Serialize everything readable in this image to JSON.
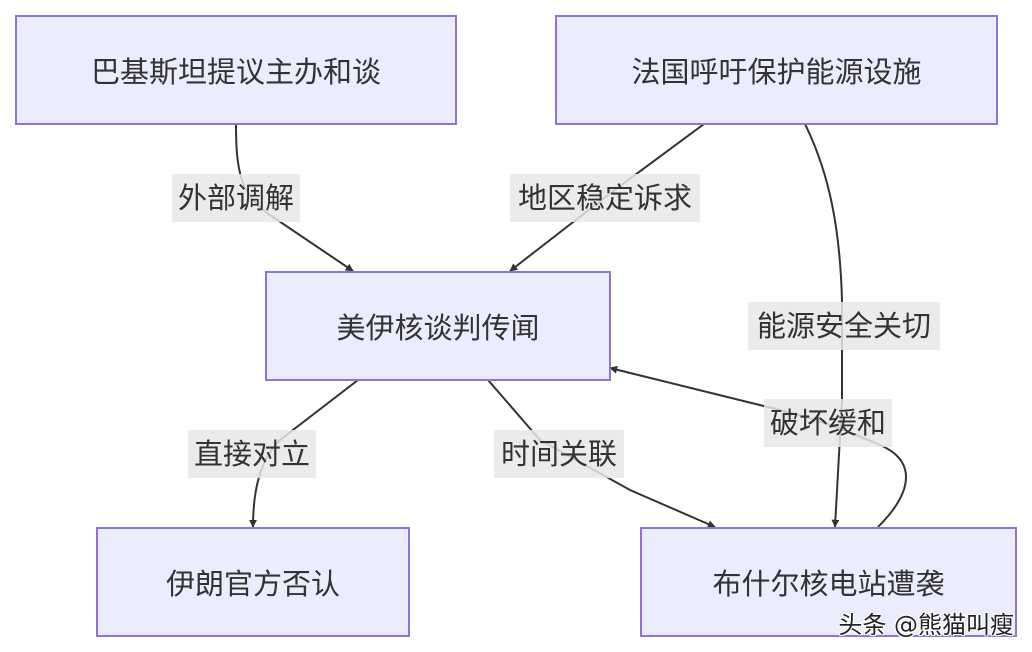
{
  "diagram": {
    "type": "flowchart",
    "nodes": {
      "pakistan": {
        "label": "巴基斯坦提议主办和谈"
      },
      "france": {
        "label": "法国呼吁保护能源设施"
      },
      "talks": {
        "label": "美伊核谈判传闻"
      },
      "iran": {
        "label": "伊朗官方否认"
      },
      "bushehr": {
        "label": "布什尔核电站遭袭"
      }
    },
    "edges": {
      "pakistan_talks": {
        "from": "巴基斯坦提议主办和谈",
        "to": "美伊核谈判传闻",
        "label": "外部调解"
      },
      "france_talks": {
        "from": "法国呼吁保护能源设施",
        "to": "美伊核谈判传闻",
        "label": "地区稳定诉求"
      },
      "france_bushehr": {
        "from": "法国呼吁保护能源设施",
        "to": "布什尔核电站遭袭",
        "label": "能源安全关切"
      },
      "talks_iran": {
        "from": "美伊核谈判传闻",
        "to": "伊朗官方否认",
        "label": "直接对立"
      },
      "talks_bushehr": {
        "from": "美伊核谈判传闻",
        "to": "布什尔核电站遭袭",
        "label": "时间关联"
      },
      "bushehr_talks": {
        "from": "布什尔核电站遭袭",
        "to": "美伊核谈判传闻",
        "label": "破坏缓和"
      }
    },
    "colors": {
      "node_fill": "#ECECFF",
      "node_border": "#9370DB",
      "edge": "#333333",
      "label_bg": "#E8E8E8",
      "text": "#333333"
    }
  },
  "watermark": "头条 @熊猫叫瘦"
}
